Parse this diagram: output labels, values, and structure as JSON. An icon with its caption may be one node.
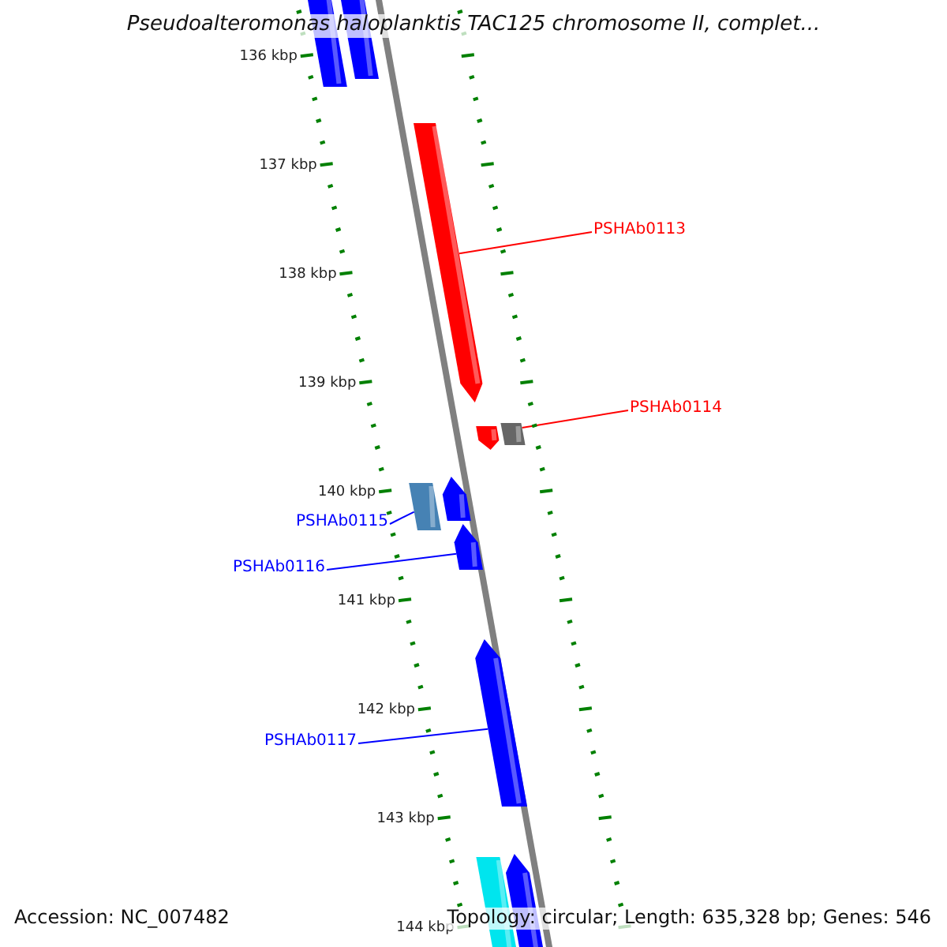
{
  "diagram": {
    "title": "Pseudoalteromonas haloplanktis TAC125 chromosome II, complet...",
    "nodes": [
      {
        "text": [
          "PSHAb0113"
        ]
      },
      {
        "text": [],
        "shape": "bar"
      },
      {
        "text": [
          "PSHAb0114"
        ]
      },
      {
        "text": [],
        "shape": "box"
      },
      {
        "text": [
          "PSHAb0115"
        ]
      },
      {
        "text": [],
        "shape": "box"
      },
      {
        "text": [
          "PSHAb0116"
        ]
      },
      {
        "text": [],
        "shape": "bar"
      },
      {
        "text": [
          "PSHAb0117"
        ]
      },
      {
        "text": [],
        "shape": "bar"
      },
      {
        "text": [],
        "shape": "bar"
      },
      {
        "text": [],
        "shape": "bar"
      },
      {
        "text": [],
        "shape": "bar"
      },
      {
        "text": [],
        "shape": "bar"
      },
      {
        "text": [],
        "shape": "bar"
      },
      {
        "text": [],
        "shape": "bar"
      }
    ],
    "edges": [
      {
        "from": 0,
        "to": 1,
        "arrow": "none",
        "color": "#ff0000"
      },
      {
        "from": 2,
        "to": 3,
        "arrow": "none",
        "color": "#ff0000"
      },
      {
        "from": 4,
        "to": 5,
        "arrow": "none"
      },
      {
        "from": 6,
        "to": 7,
        "arrow": "none"
      },
      {
        "from": 8,
        "to": 9,
        "arrow": "none"
      }
    ],
    "labels": [
      "136 kbp",
      "137 kbp",
      "138 kbp",
      "139 kbp",
      "140 kbp",
      "141 kbp",
      "142 kbp",
      "143 kbp",
      "144 kbp",
      "Accession: NC_007482",
      "Topology: circular; Length: 635,328 bp; Genes: 546"
    ]
  }
}
